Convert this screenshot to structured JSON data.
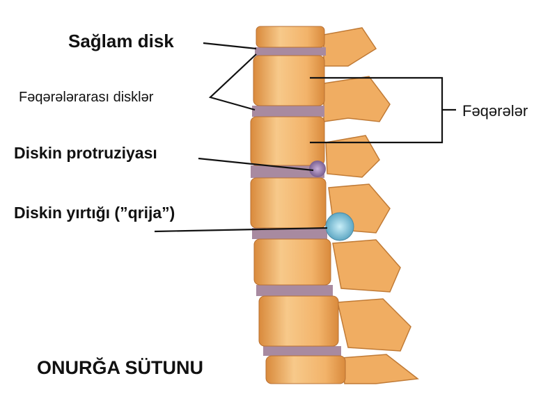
{
  "labels": {
    "healthy_disc": "Sağlam disk",
    "intervertebral_discs": "Fəqərələrarası disklər",
    "disc_protrusion": "Diskin protruziyası",
    "disc_herniation": "Diskin yırtığı (”qrija”)",
    "vertebrae": "Fəqərələr",
    "title": "ONURĞA SÜTUNU"
  },
  "colors": {
    "bone": "#f2b36a",
    "bone_shadow": "#d98a3c",
    "disc": "#a88aa0",
    "protrusion": "#9a80b0",
    "hernia": "#8ccbe0"
  }
}
